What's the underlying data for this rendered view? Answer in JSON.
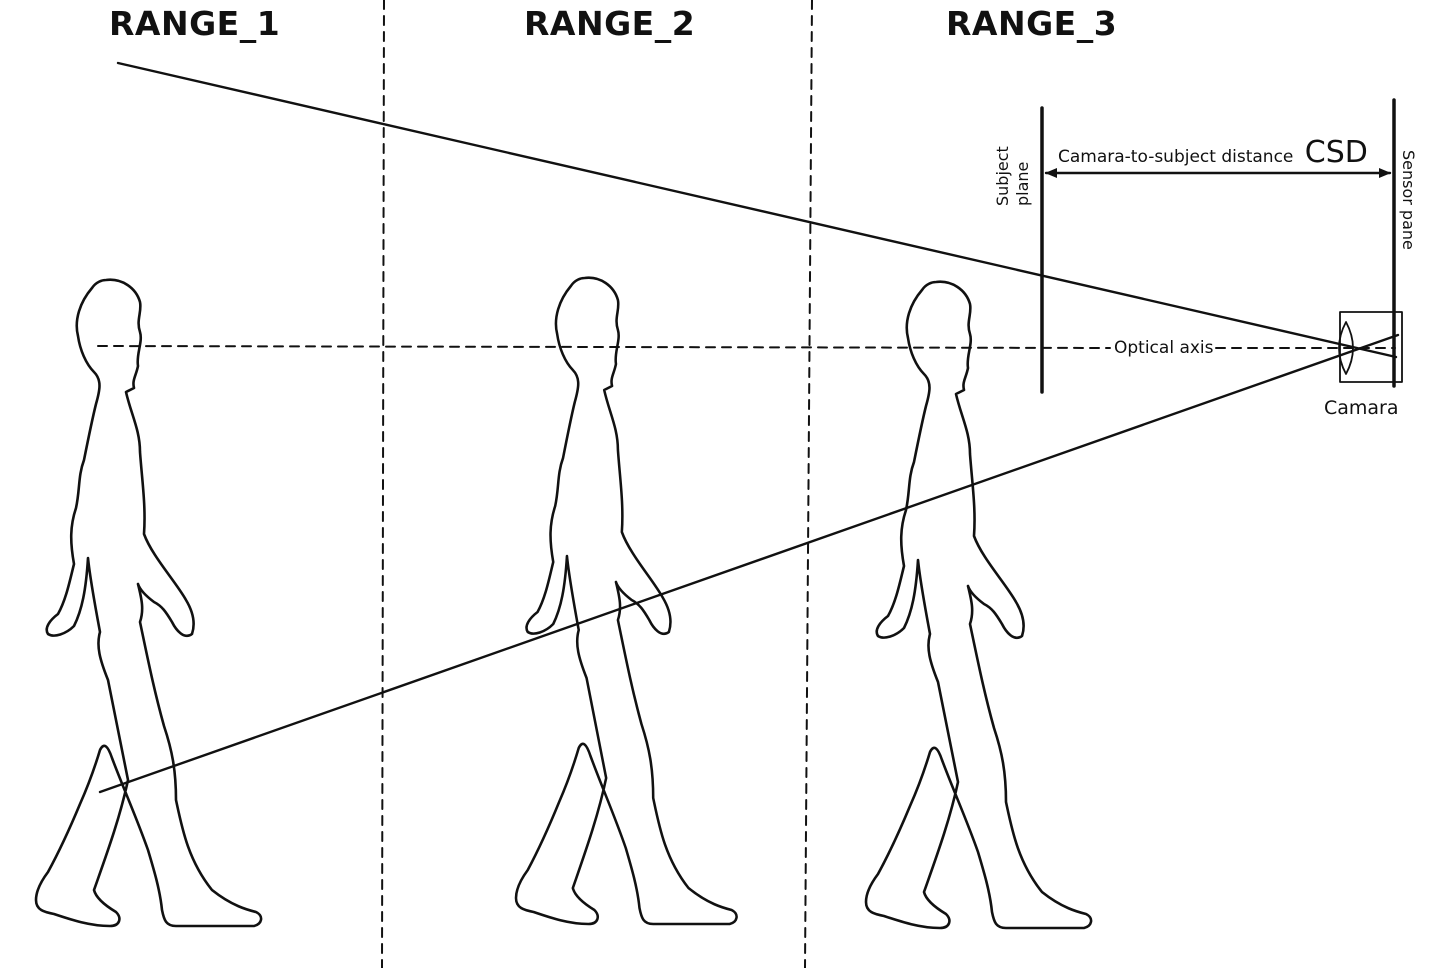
{
  "ranges": [
    "RANGE_1",
    "RANGE_2",
    "RANGE_3"
  ],
  "labels": {
    "subject_plane_line1": "Subject",
    "subject_plane_line2": "plane",
    "distance_text": "Camara-to-subject distance",
    "distance_abbrev": "CSD",
    "sensor_plane": "Sensor pane",
    "optical_axis": "Optical axis",
    "camera": "Camara"
  },
  "colors": {
    "ink": "#111111",
    "background": "#ffffff"
  }
}
